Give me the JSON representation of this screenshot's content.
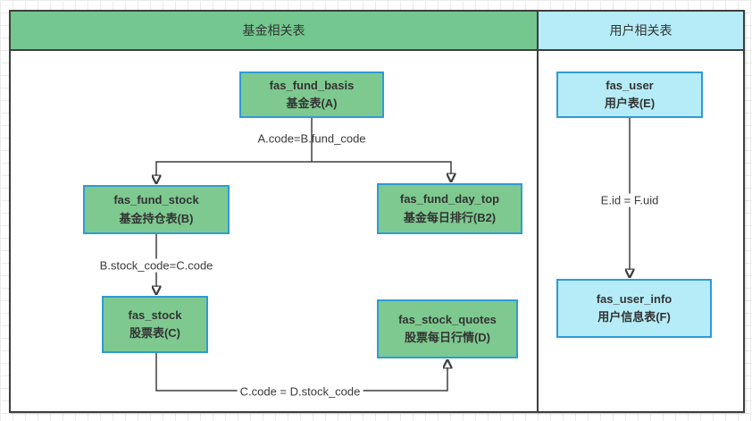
{
  "colors": {
    "fund_fill": "#74c78e",
    "fund_node_fill": "#7ec98f",
    "user_fill": "#b5ecf7",
    "node_border": "#2e9bd6",
    "frame_border": "#3e3e3e",
    "connector": "#3f3f3f",
    "grid_color": "#ececec",
    "text": "#333333"
  },
  "sections": {
    "fund": {
      "title": "基金相关表"
    },
    "user": {
      "title": "用户相关表"
    }
  },
  "nodes": {
    "fund_basis": {
      "name": "fas_fund_basis",
      "label": "基金表(A)"
    },
    "fund_stock": {
      "name": "fas_fund_stock",
      "label": "基金持仓表(B)"
    },
    "fund_day_top": {
      "name": "fas_fund_day_top",
      "label": "基金每日排行(B2)"
    },
    "stock": {
      "name": "fas_stock",
      "label": "股票表(C)"
    },
    "stock_quotes": {
      "name": "fas_stock_quotes",
      "label": "股票每日行情(D)"
    },
    "user": {
      "name": "fas_user",
      "label": "用户表(E)"
    },
    "user_info": {
      "name": "fas_user_info",
      "label": "用户信息表(F)"
    }
  },
  "relations": {
    "a_b": {
      "label": "A.code=B.fund_code"
    },
    "b_c": {
      "label": "B.stock_code=C.code"
    },
    "c_d": {
      "label": "C.code = D.stock_code"
    },
    "e_f": {
      "label": "E.id = F.uid"
    }
  }
}
